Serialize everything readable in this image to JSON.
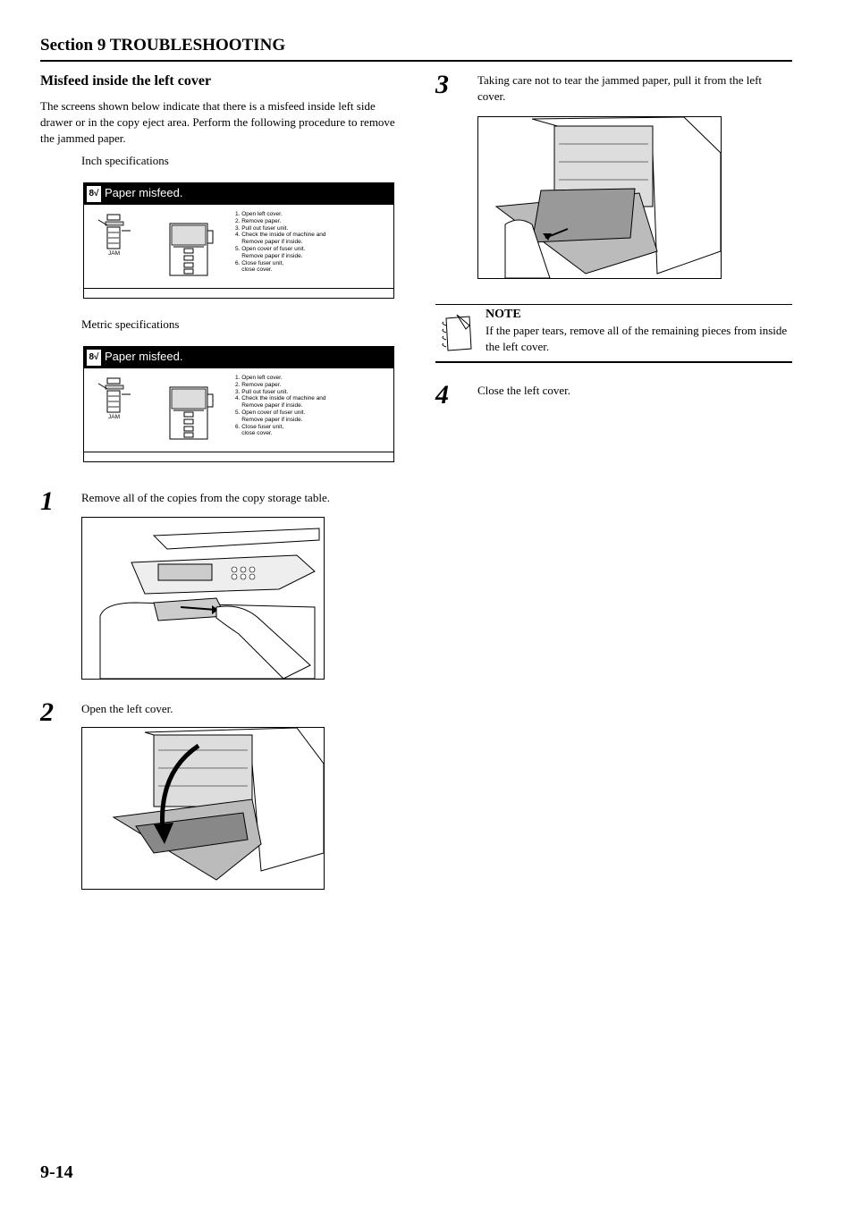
{
  "header": {
    "section": "Section 9  TROUBLESHOOTING"
  },
  "heading": "Misfeed inside the left cover",
  "intro": "The screens shown below indicate that there is a misfeed inside left side drawer or in the copy eject area. Perform the following procedure to remove the jammed paper.",
  "panels": [
    {
      "label": "Inch specifications",
      "title": "Paper misfeed.",
      "jam": "JAM",
      "steps": [
        "1. Open left cover.",
        "2. Remove paper.",
        "3. Pull out fuser unit.",
        "4. Check the inside of machine and",
        "    Remove paper if inside.",
        "5. Open cover of fuser unit.",
        "    Remove paper if inside.",
        "6. Close fuser unit,",
        "    close cover."
      ]
    },
    {
      "label": "Metric specifications",
      "title": "Paper misfeed.",
      "jam": "JAM",
      "steps": [
        "1. Open left cover.",
        "2. Remove paper.",
        "3. Pull out fuser unit.",
        "4. Check the inside of machine and",
        "    Remove paper if inside.",
        "5. Open cover of fuser unit.",
        "    Remove paper if inside.",
        "6. Close fuser unit,",
        "    close cover."
      ]
    }
  ],
  "steps": [
    {
      "num": "1",
      "text": "Remove all of the copies from the copy storage table."
    },
    {
      "num": "2",
      "text": "Open the left cover."
    },
    {
      "num": "3",
      "text": "Taking care not to tear the jammed paper, pull it from the left cover."
    },
    {
      "num": "4",
      "text": "Close the left cover."
    }
  ],
  "note": {
    "title": "NOTE",
    "text": "If the paper tears, remove all of the remaining pieces from inside the left cover."
  },
  "page_number": "9-14"
}
